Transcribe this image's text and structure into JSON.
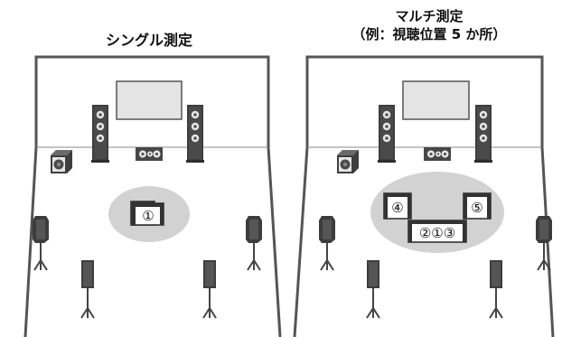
{
  "left_panel": {
    "title": "シングル測定"
  },
  "right_panel": {
    "title_line1": "マルチ測定",
    "title_line2": "（例：視聴位置 5 か所）"
  },
  "positions": {
    "single": "①",
    "p4": "④",
    "p5": "⑤",
    "p213": "②①③"
  }
}
